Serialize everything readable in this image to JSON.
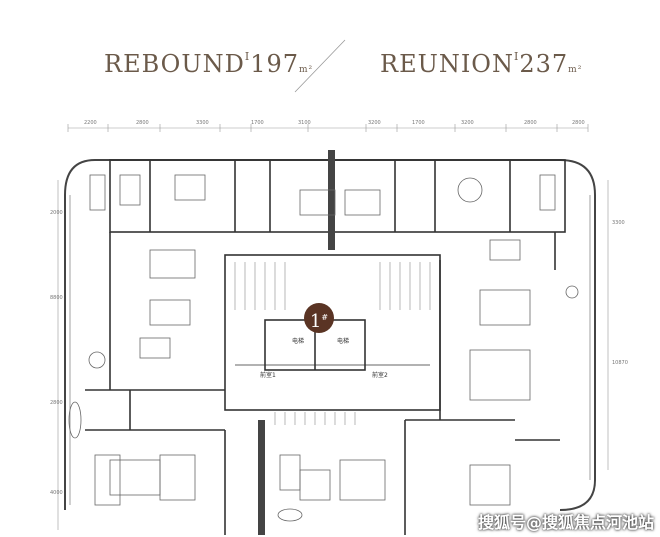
{
  "titles": {
    "left": {
      "name": "REBOUND",
      "mark": "I",
      "area": "197",
      "unit": "m²"
    },
    "right": {
      "name": "REUNION",
      "mark": "I",
      "area": "237",
      "unit": "m²"
    }
  },
  "building": {
    "number": "1",
    "suffix": "#"
  },
  "labels": {
    "elevator_1": "电梯",
    "elevator_2": "电梯",
    "lobby_1": "前室1",
    "lobby_2": "前室2"
  },
  "dimensions_top": [
    "2200",
    "2800",
    "3300",
    "1700",
    "3100",
    "3200",
    "1700",
    "3200",
    "2800",
    "2800"
  ],
  "dimensions_left": [
    "2000",
    "8800",
    "2800",
    "4000"
  ],
  "dimensions_right": [
    "3300",
    "10870"
  ],
  "watermark": "搜狐号@搜狐焦点河池站",
  "colors": {
    "title": "#6b5a4a",
    "badge": "#5a3424",
    "wall": "#333333"
  }
}
